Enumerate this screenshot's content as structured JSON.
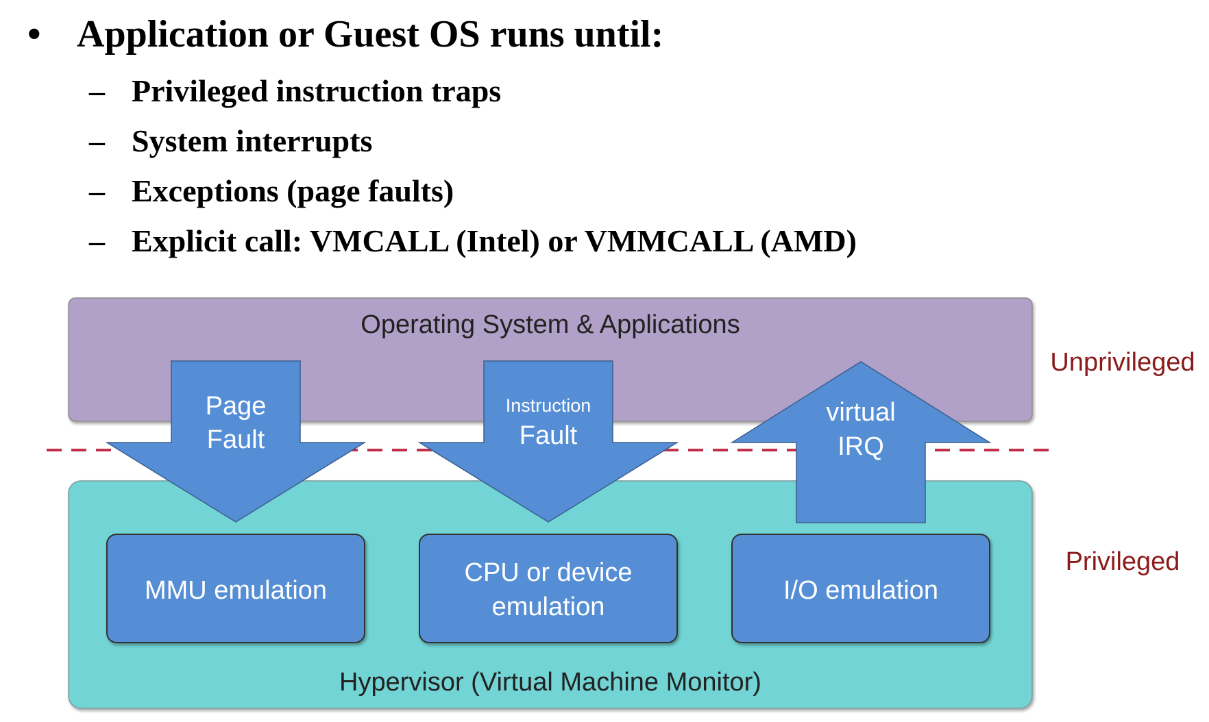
{
  "bullets": {
    "main": "Application or Guest OS runs until:",
    "bullet_marker": "•",
    "sub_marker": "–",
    "items": [
      "Privileged instruction traps",
      "System interrupts",
      "Exceptions (page faults)",
      "Explicit call: VMCALL (Intel) or VMMCALL (AMD)"
    ]
  },
  "diagram": {
    "os_layer_label": "Operating System & Applications",
    "hypervisor_label": "Hypervisor (Virtual Machine Monitor)",
    "unprivileged_label": "Unprivileged",
    "privileged_label": "Privileged",
    "arrows": {
      "page_fault": [
        "Page",
        "Fault"
      ],
      "instruction_fault": [
        "Instruction",
        "Fault"
      ],
      "virtual_irq": [
        "virtual",
        "IRQ"
      ]
    },
    "modules": {
      "mmu": "MMU emulation",
      "cpu": [
        "CPU or device",
        "emulation"
      ],
      "io": "I/O emulation"
    },
    "colors": {
      "os_layer": "#b1a0c7",
      "hypervisor": "#72d4d4",
      "module_box": "#558ed5",
      "arrow": "#558ed5",
      "divider": "#c0304a",
      "privilege_label": "#8b1a1a"
    }
  }
}
